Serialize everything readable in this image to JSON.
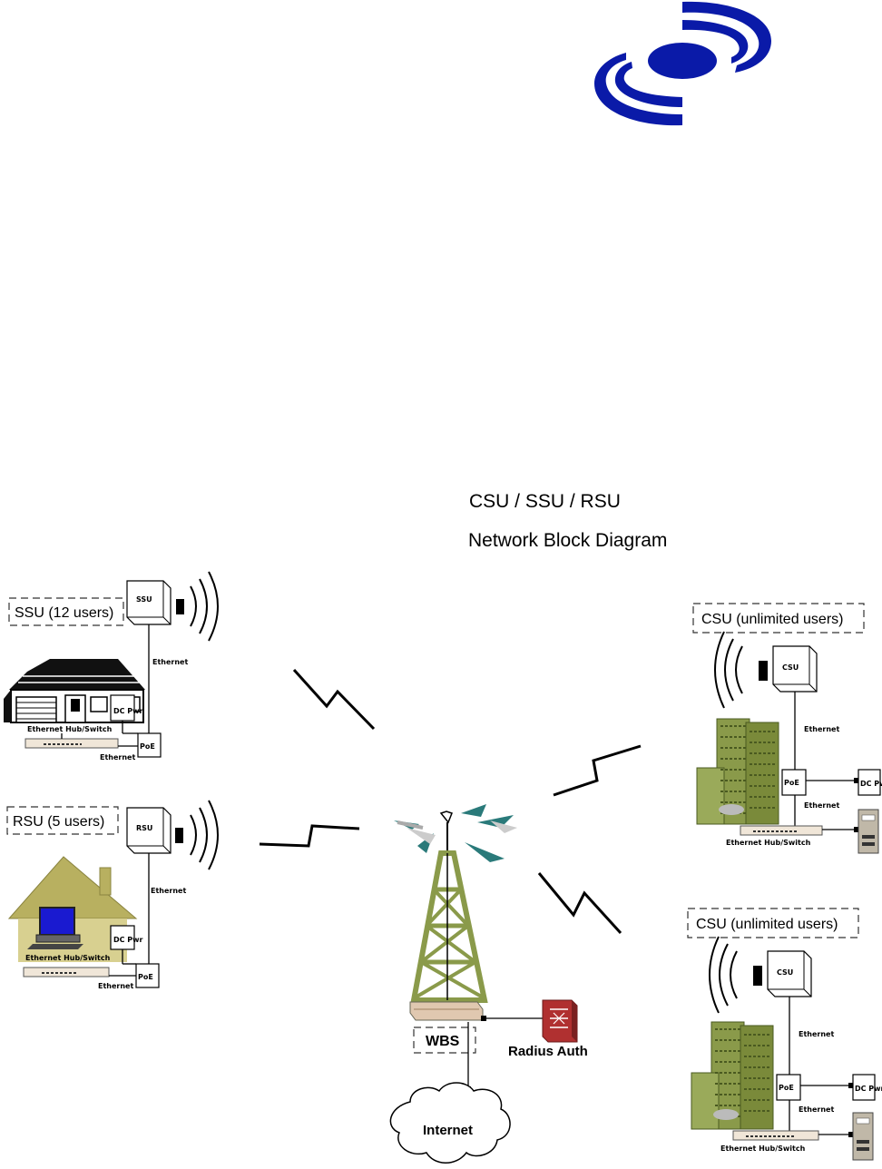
{
  "title": {
    "line1": "CSU / SSU / RSU",
    "line2": "Network Block Diagram"
  },
  "colors": {
    "logo_blue": "#0a1aa8",
    "building_green": "#8a9a4a",
    "house_yellow": "#c8c070",
    "tower_green": "#8a9a4a",
    "radius_red": "#b03030",
    "antenna_teal": "#2a7a7a"
  },
  "ssu": {
    "box_label": "SSU (12 users)",
    "unit_label": "SSU",
    "dc_label": "DC Pwr",
    "poe_label": "PoE",
    "ethernet_top": "Ethernet",
    "hub_label": "Ethernet Hub/Switch",
    "ethernet_bottom": "Ethernet"
  },
  "rsu": {
    "box_label": "RSU (5 users)",
    "unit_label": "RSU",
    "dc_label": "DC Pwr",
    "poe_label": "PoE",
    "ethernet_top": "Ethernet",
    "hub_label": "Ethernet Hub/Switch",
    "ethernet_bottom": "Ethernet"
  },
  "csu_top": {
    "box_label": "CSU (unlimited users)",
    "unit_label": "CSU",
    "dc_label": "DC Pwr",
    "poe_label": "PoE",
    "ethernet_top": "Ethernet",
    "ethernet_bottom": "Ethernet",
    "hub_label": "Ethernet Hub/Switch"
  },
  "csu_bottom": {
    "box_label": "CSU (unlimited users)",
    "unit_label": "CSU",
    "dc_label": "DC Pwr",
    "poe_label": "PoE",
    "ethernet_top": "Ethernet",
    "ethernet_bottom": "Ethernet",
    "hub_label": "Ethernet Hub/Switch"
  },
  "wbs": {
    "label": "WBS",
    "radius_label": "Radius Auth",
    "internet_label": "Internet"
  },
  "icons": [
    "logo-swirl-icon",
    "antenna-icon",
    "house-icon",
    "cottage-icon",
    "building-icon",
    "tower-icon",
    "firewall-icon",
    "cloud-icon",
    "server-icon",
    "computer-icon"
  ]
}
